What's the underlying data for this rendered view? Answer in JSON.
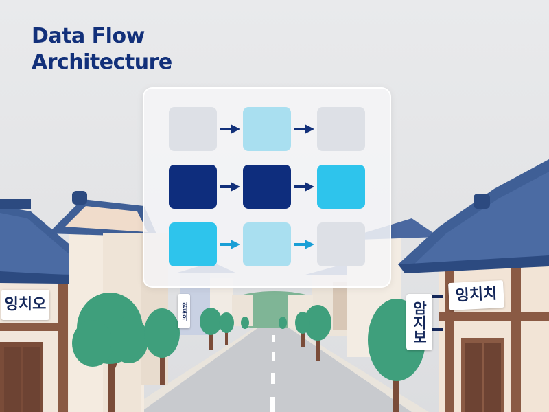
{
  "title": {
    "line1": "Data Flow",
    "line2": "Architecture"
  },
  "diagram": {
    "rows": [
      {
        "nodes": [
          "#dde0e6",
          "#a9dff0",
          "#dde0e6"
        ]
      },
      {
        "nodes": [
          "#0e2d7d",
          "#0e2d7d",
          "#2ec4ec"
        ]
      },
      {
        "nodes": [
          "#2ec4ec",
          "#a9dff0",
          "#dde0e6"
        ]
      }
    ],
    "arrow_colors": [
      "#12307a",
      "#12307a",
      "#1a9fd6"
    ]
  },
  "signs": {
    "left": "잉치오",
    "right": "잉치치",
    "vertical_right": "암지보",
    "vertical_small": "엉되의"
  },
  "colors": {
    "title": "#12307a",
    "roof": "#3f5f96",
    "tree": "#3f9f7c",
    "wood": "#8a5a44"
  }
}
